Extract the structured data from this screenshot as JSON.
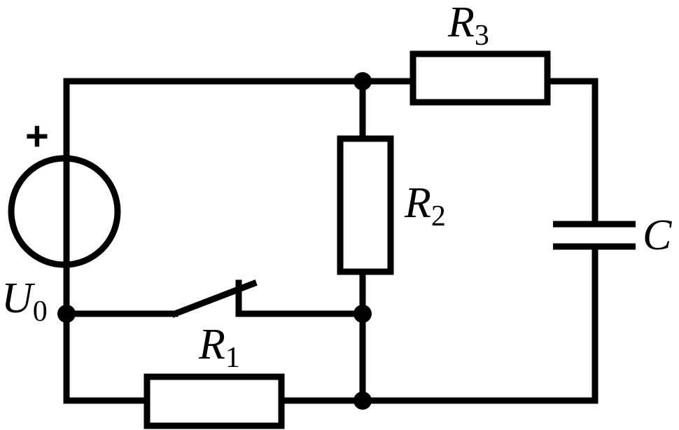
{
  "labels": {
    "r3": {
      "main": "R",
      "sub": "3"
    },
    "r2": {
      "main": "R",
      "sub": "2"
    },
    "r1": {
      "main": "R",
      "sub": "1"
    },
    "capacitor": {
      "main": "C"
    },
    "source": {
      "main": "U",
      "sub": "0",
      "polarity": "+"
    }
  }
}
